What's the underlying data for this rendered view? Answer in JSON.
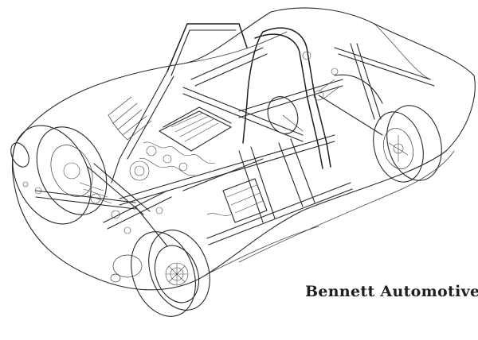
{
  "caption": {
    "text": "Bennett Automotive"
  },
  "illustration": {
    "subject": "cutaway line drawing of sports car spaceframe chassis",
    "style": "black ink line art on white",
    "colors": {
      "background": "#ffffff",
      "ink": "#2a2a2a"
    }
  }
}
